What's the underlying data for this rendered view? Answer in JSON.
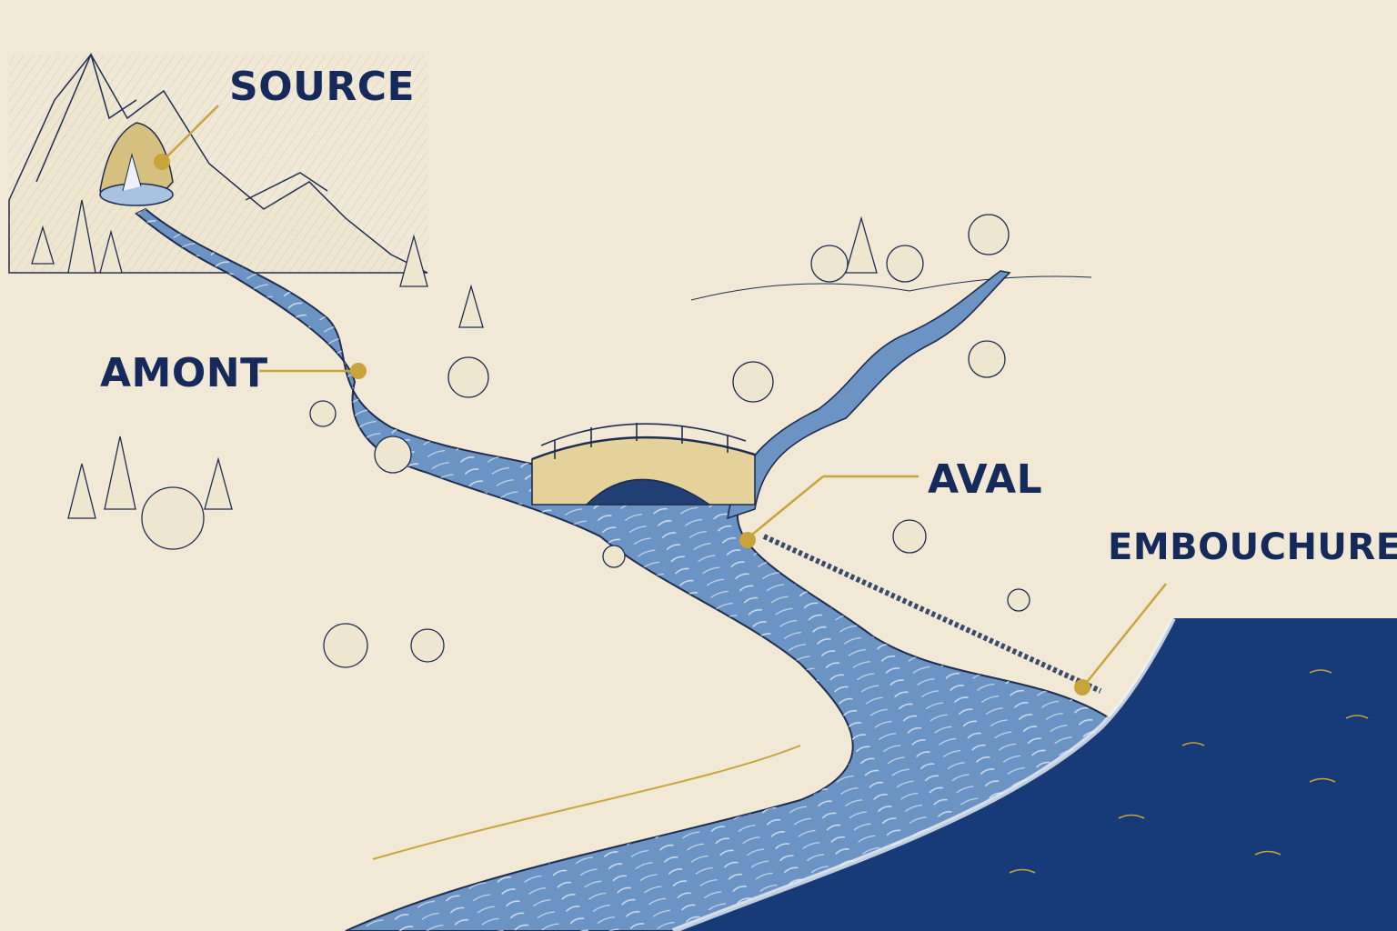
{
  "labels": {
    "source": "SOURCE",
    "amont": "AMONT",
    "aval": "AVAL",
    "embouchure": "EMBOUCHURE"
  },
  "colors": {
    "paper": "#f1e9d6",
    "ink": "#152a5a",
    "river": "#6b93c4",
    "river_light": "#a8c2e0",
    "sea": "#173a78",
    "gold": "#c9a43c"
  }
}
